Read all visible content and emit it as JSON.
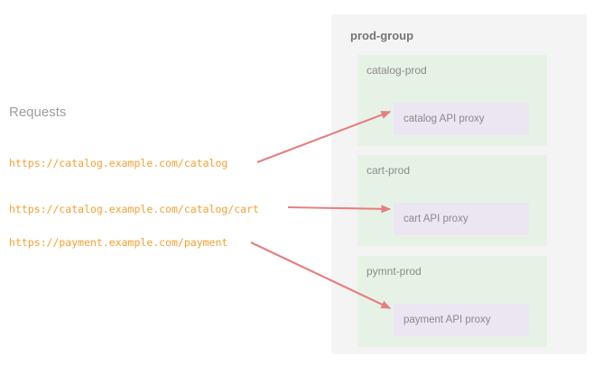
{
  "left": {
    "heading": "Requests",
    "urls": [
      "https://catalog.example.com/catalog",
      "https://catalog.example.com/catalog/cart",
      "https://payment.example.com/payment"
    ]
  },
  "panel": {
    "title": "prod-group",
    "groups": [
      {
        "name": "catalog-prod",
        "proxy": "catalog API proxy"
      },
      {
        "name": "cart-prod",
        "proxy": "cart API proxy"
      },
      {
        "name": "pymnt-prod",
        "proxy": "payment API proxy"
      }
    ]
  },
  "arrows": [
    {
      "from_url": "https://catalog.example.com/catalog",
      "to_proxy": "catalog API proxy"
    },
    {
      "from_url": "https://catalog.example.com/catalog/cart",
      "to_proxy": "cart API proxy"
    },
    {
      "from_url": "https://payment.example.com/payment",
      "to_proxy": "payment API proxy"
    }
  ],
  "colors": {
    "url_text": "#f5a033",
    "arrow": "#e57f7f",
    "panel_bg": "#f4f4f4",
    "group_bg": "#e7f2e7",
    "proxy_bg": "#ece5f2",
    "label_text": "#8a8a8a",
    "heading_text": "#9e9e9e"
  }
}
